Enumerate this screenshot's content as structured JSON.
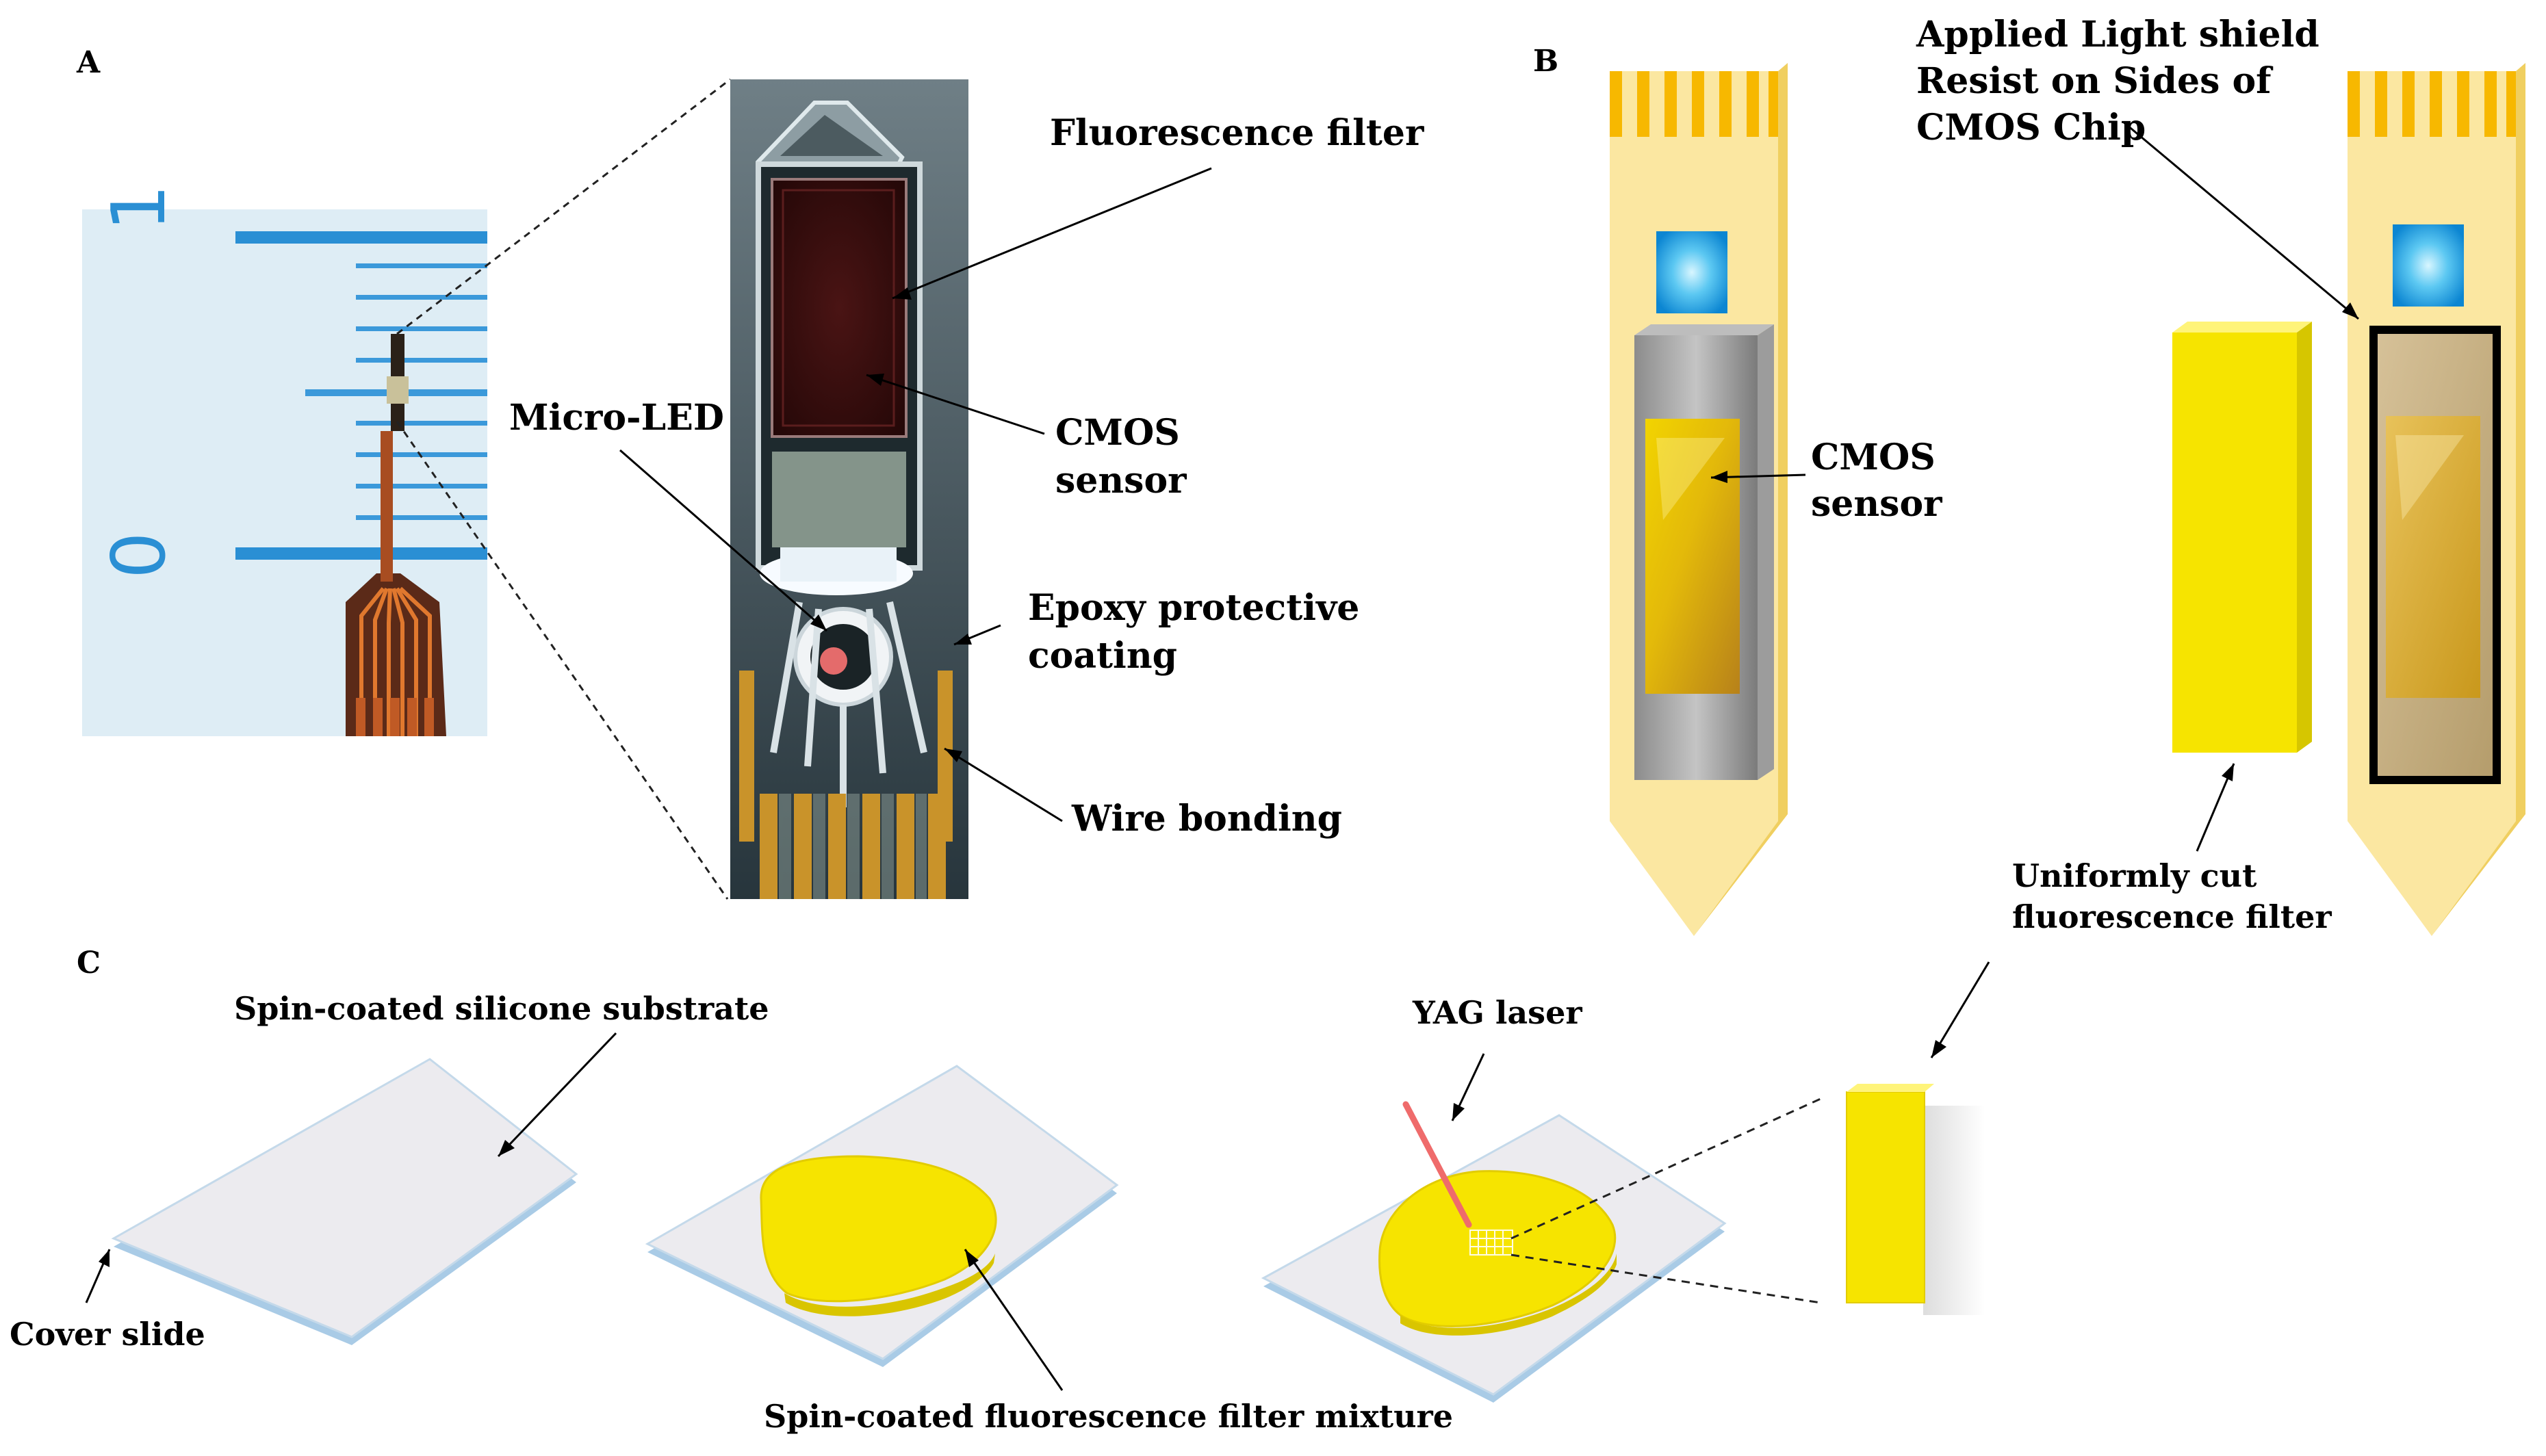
{
  "panels": {
    "a": "A",
    "b": "B",
    "c": "C"
  },
  "labels": {
    "fluorescence_filter": "Fluorescence filter",
    "micro_led": "Micro-LED",
    "cmos_sensor_a_line1": "CMOS",
    "cmos_sensor_a_line2": "sensor",
    "epoxy_line1": "Epoxy protective",
    "epoxy_line2": "coating",
    "wire_bonding": "Wire bonding",
    "applied_line1": "Applied Light shield",
    "applied_line2": "Resist on Sides of",
    "applied_line3": "CMOS Chip",
    "cmos_sensor_b_line1": "CMOS",
    "cmos_sensor_b_line2": "sensor",
    "uniform_line1": "Uniformly cut",
    "uniform_line2": "fluorescence filter",
    "spin_silicone": "Spin-coated silicone substrate",
    "cover_slide": "Cover slide",
    "spin_filter_mixture": "Spin-coated fluorescence filter mixture",
    "yag_laser": "YAG laser"
  },
  "ruler_marks": {
    "one": "1",
    "zero": "0"
  },
  "colors": {
    "probe_body": "#fbe7a1",
    "probe_edge": "#f0cf60",
    "filter_yellow": "#f6e400",
    "gold_contacts": "#f7b800",
    "micro_led_blue": "#1d9be0",
    "ruler_blue": "#2a8fd4",
    "glass": "#ecebef",
    "glass_edge": "#a9cbe6",
    "laser": "#ef6b6b"
  }
}
